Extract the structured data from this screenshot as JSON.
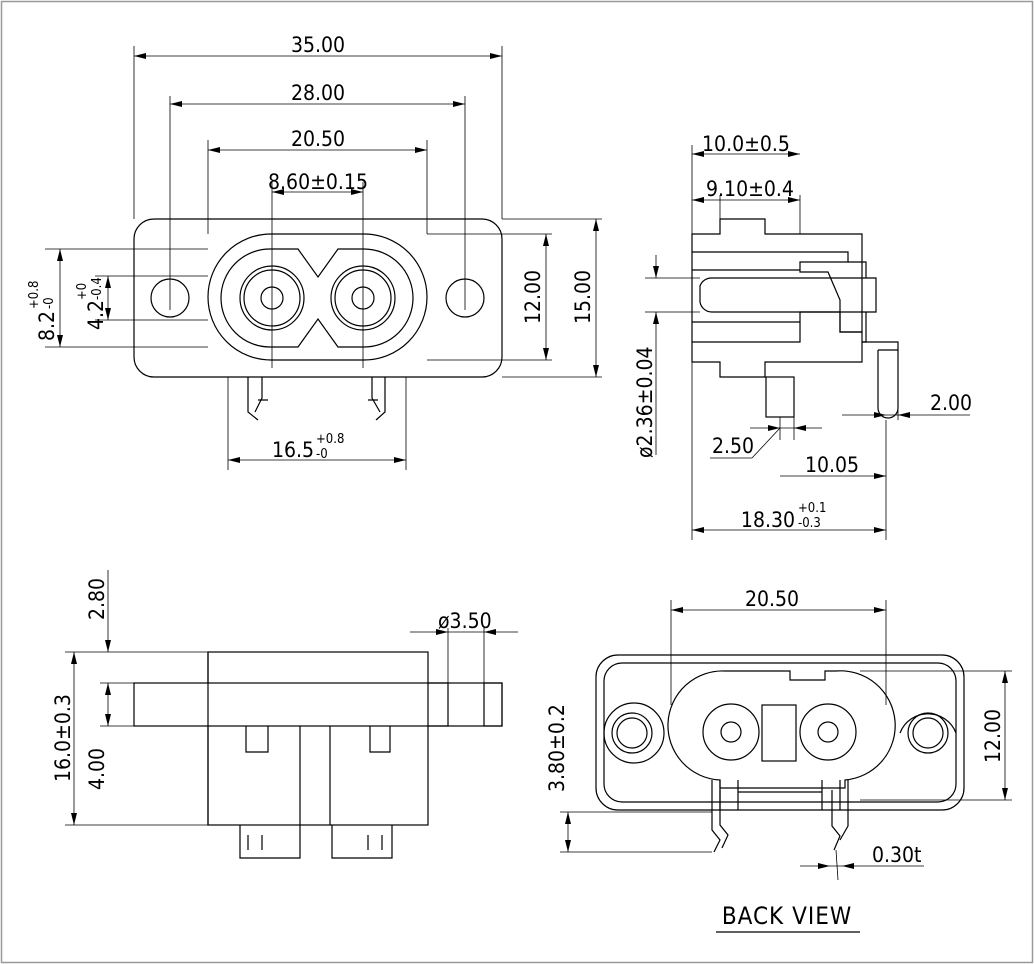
{
  "front_view": {
    "dim_overall_width": "35.00",
    "dim_hole_pitch": "28.00",
    "dim_body_width": "20.50",
    "dim_pin_pitch": "8.60±0.15",
    "dim_terminal_span": "16.5",
    "dim_terminal_span_tol_upper": "+0.8",
    "dim_terminal_span_tol_lower": "-0",
    "dim_body_height": "12.00",
    "dim_flange_height": "15.00",
    "dim_left_a": "8.2",
    "dim_left_a_tol_upper": "+0.8",
    "dim_left_a_tol_lower": "-0",
    "dim_left_b": "4.2",
    "dim_left_b_tol_upper": "+0",
    "dim_left_b_tol_lower": "-0.4"
  },
  "side_view": {
    "dim_depth_a": "10.0±0.5",
    "dim_depth_b": "9.10±0.4",
    "dim_pin_diameter": "ø2.36±0.04",
    "dim_terminal_width": "2.50",
    "dim_terminal_offset": "10.05",
    "dim_overall_length": "18.30",
    "dim_overall_length_tol_upper": "+0.1",
    "dim_overall_length_tol_lower": "-0.3",
    "dim_tab_width": "2.00"
  },
  "top_view": {
    "dim_top_offset": "2.80",
    "dim_height": "16.0±0.3",
    "dim_flange_thickness": "4.00",
    "dim_hole_diameter": "ø3.50"
  },
  "back_view": {
    "title": "BACK VIEW",
    "dim_body_width": "20.50",
    "dim_body_height": "12.00",
    "dim_terminal_height": "3.80±0.2",
    "dim_thickness": "0.30t"
  }
}
